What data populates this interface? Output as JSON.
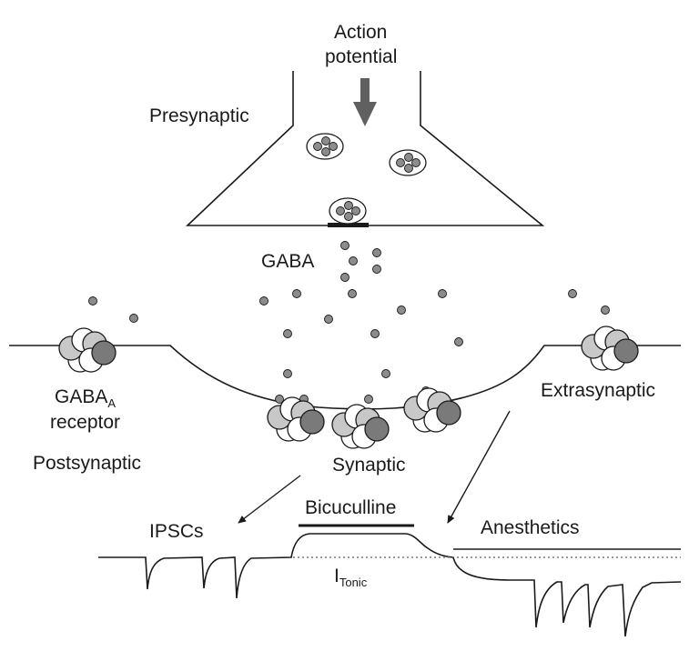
{
  "labels": {
    "action_line1": "Action",
    "action_line2": "potential",
    "presynaptic": "Presynaptic",
    "gaba": "GABA",
    "receptor_main": "GABA",
    "receptor_sub": "A",
    "receptor_line2": "receptor",
    "postsynaptic": "Postsynaptic",
    "synaptic": "Synaptic",
    "extrasynaptic": "Extrasynaptic",
    "ipscs": "IPSCs",
    "bicuculline": "Bicuculline",
    "itonic_main": "I",
    "itonic_sub": "Tonic",
    "anesthetics": "Anesthetics"
  },
  "colors": {
    "line": "#1a1a1a",
    "arrow": "#606060",
    "gaba_dot": "#8c8c8c",
    "subunit_light": "#c8c8c8",
    "subunit_dark": "#7a7a7a",
    "subunit_white": "#ffffff"
  }
}
